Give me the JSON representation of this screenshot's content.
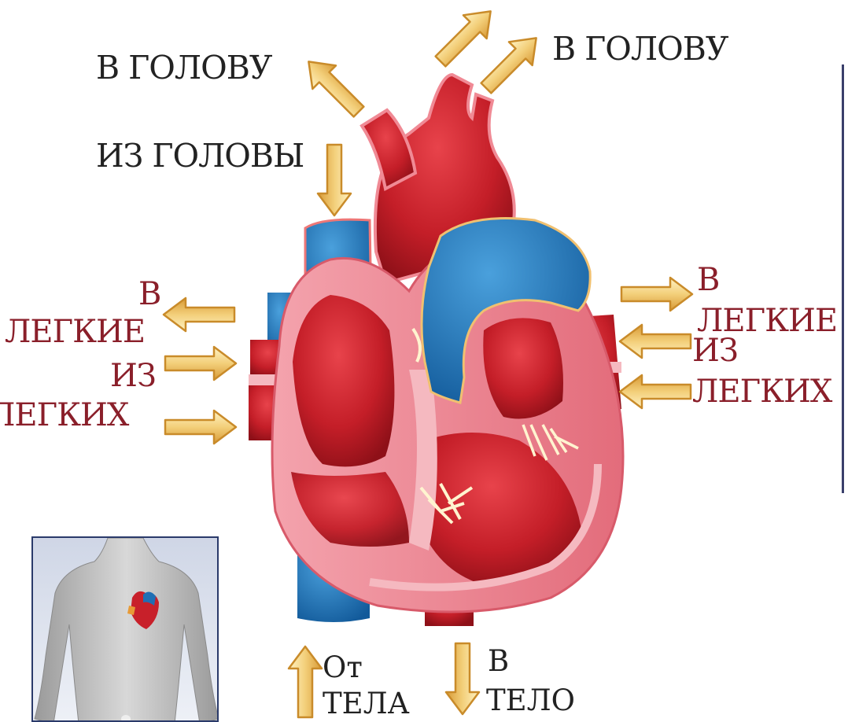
{
  "labels": {
    "to_head_left": "В ГОЛОВУ",
    "to_head_right": "В ГОЛОВУ",
    "from_head": "ИЗ ГОЛОВЫ",
    "left_to_lungs_1": "В",
    "left_to_lungs_2": "ЛЕГКИЕ",
    "left_from_lungs_1": "ИЗ",
    "left_from_lungs_2": "ЛЕГКИХ",
    "right_to_lungs_1": "В",
    "right_to_lungs_2": "ЛЕГКИЕ",
    "right_from_lungs_1": "ИЗ",
    "right_from_lungs_2": "ЛЕГКИХ",
    "from_body_1": "От",
    "from_body_2": "ТЕЛА",
    "to_body_1": "В",
    "to_body_2": "ТЕЛО"
  },
  "colors": {
    "arrow_fill": "#f3cf7a",
    "arrow_stroke": "#c98b2a",
    "oxygenated": "#c8202a",
    "deoxygenated": "#1f6fb4",
    "label_dark": "#222222",
    "label_red": "#8a1f2a"
  }
}
